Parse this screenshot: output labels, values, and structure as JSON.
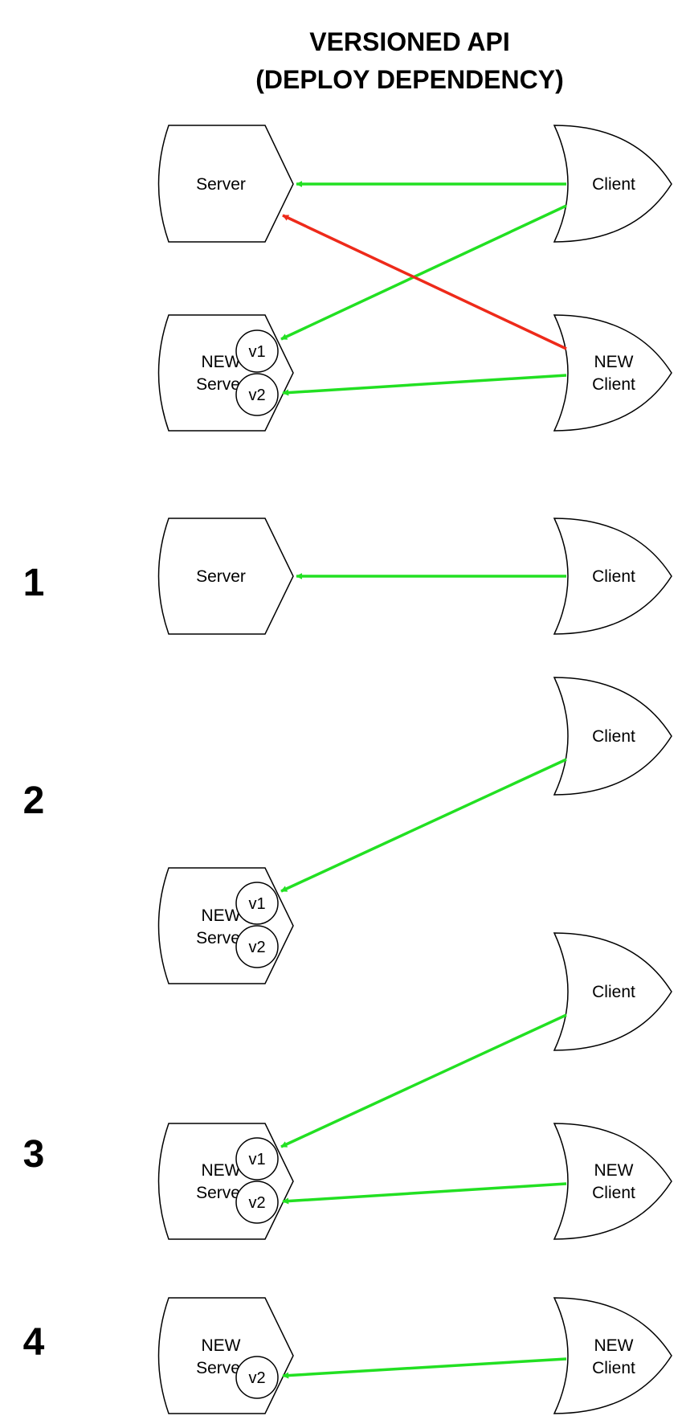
{
  "title": {
    "line1": "VERSIONED API",
    "line2": "(DEPLOY DEPENDENCY)"
  },
  "labels": {
    "server": "Server",
    "client": "Client",
    "new": "NEW",
    "v1": "v1",
    "v2": "v2"
  },
  "steps": [
    "1",
    "2",
    "3",
    "4"
  ],
  "colors": {
    "ok_arrow": "#22e022",
    "bad_arrow": "#ee2a1a",
    "stroke": "#000000"
  }
}
